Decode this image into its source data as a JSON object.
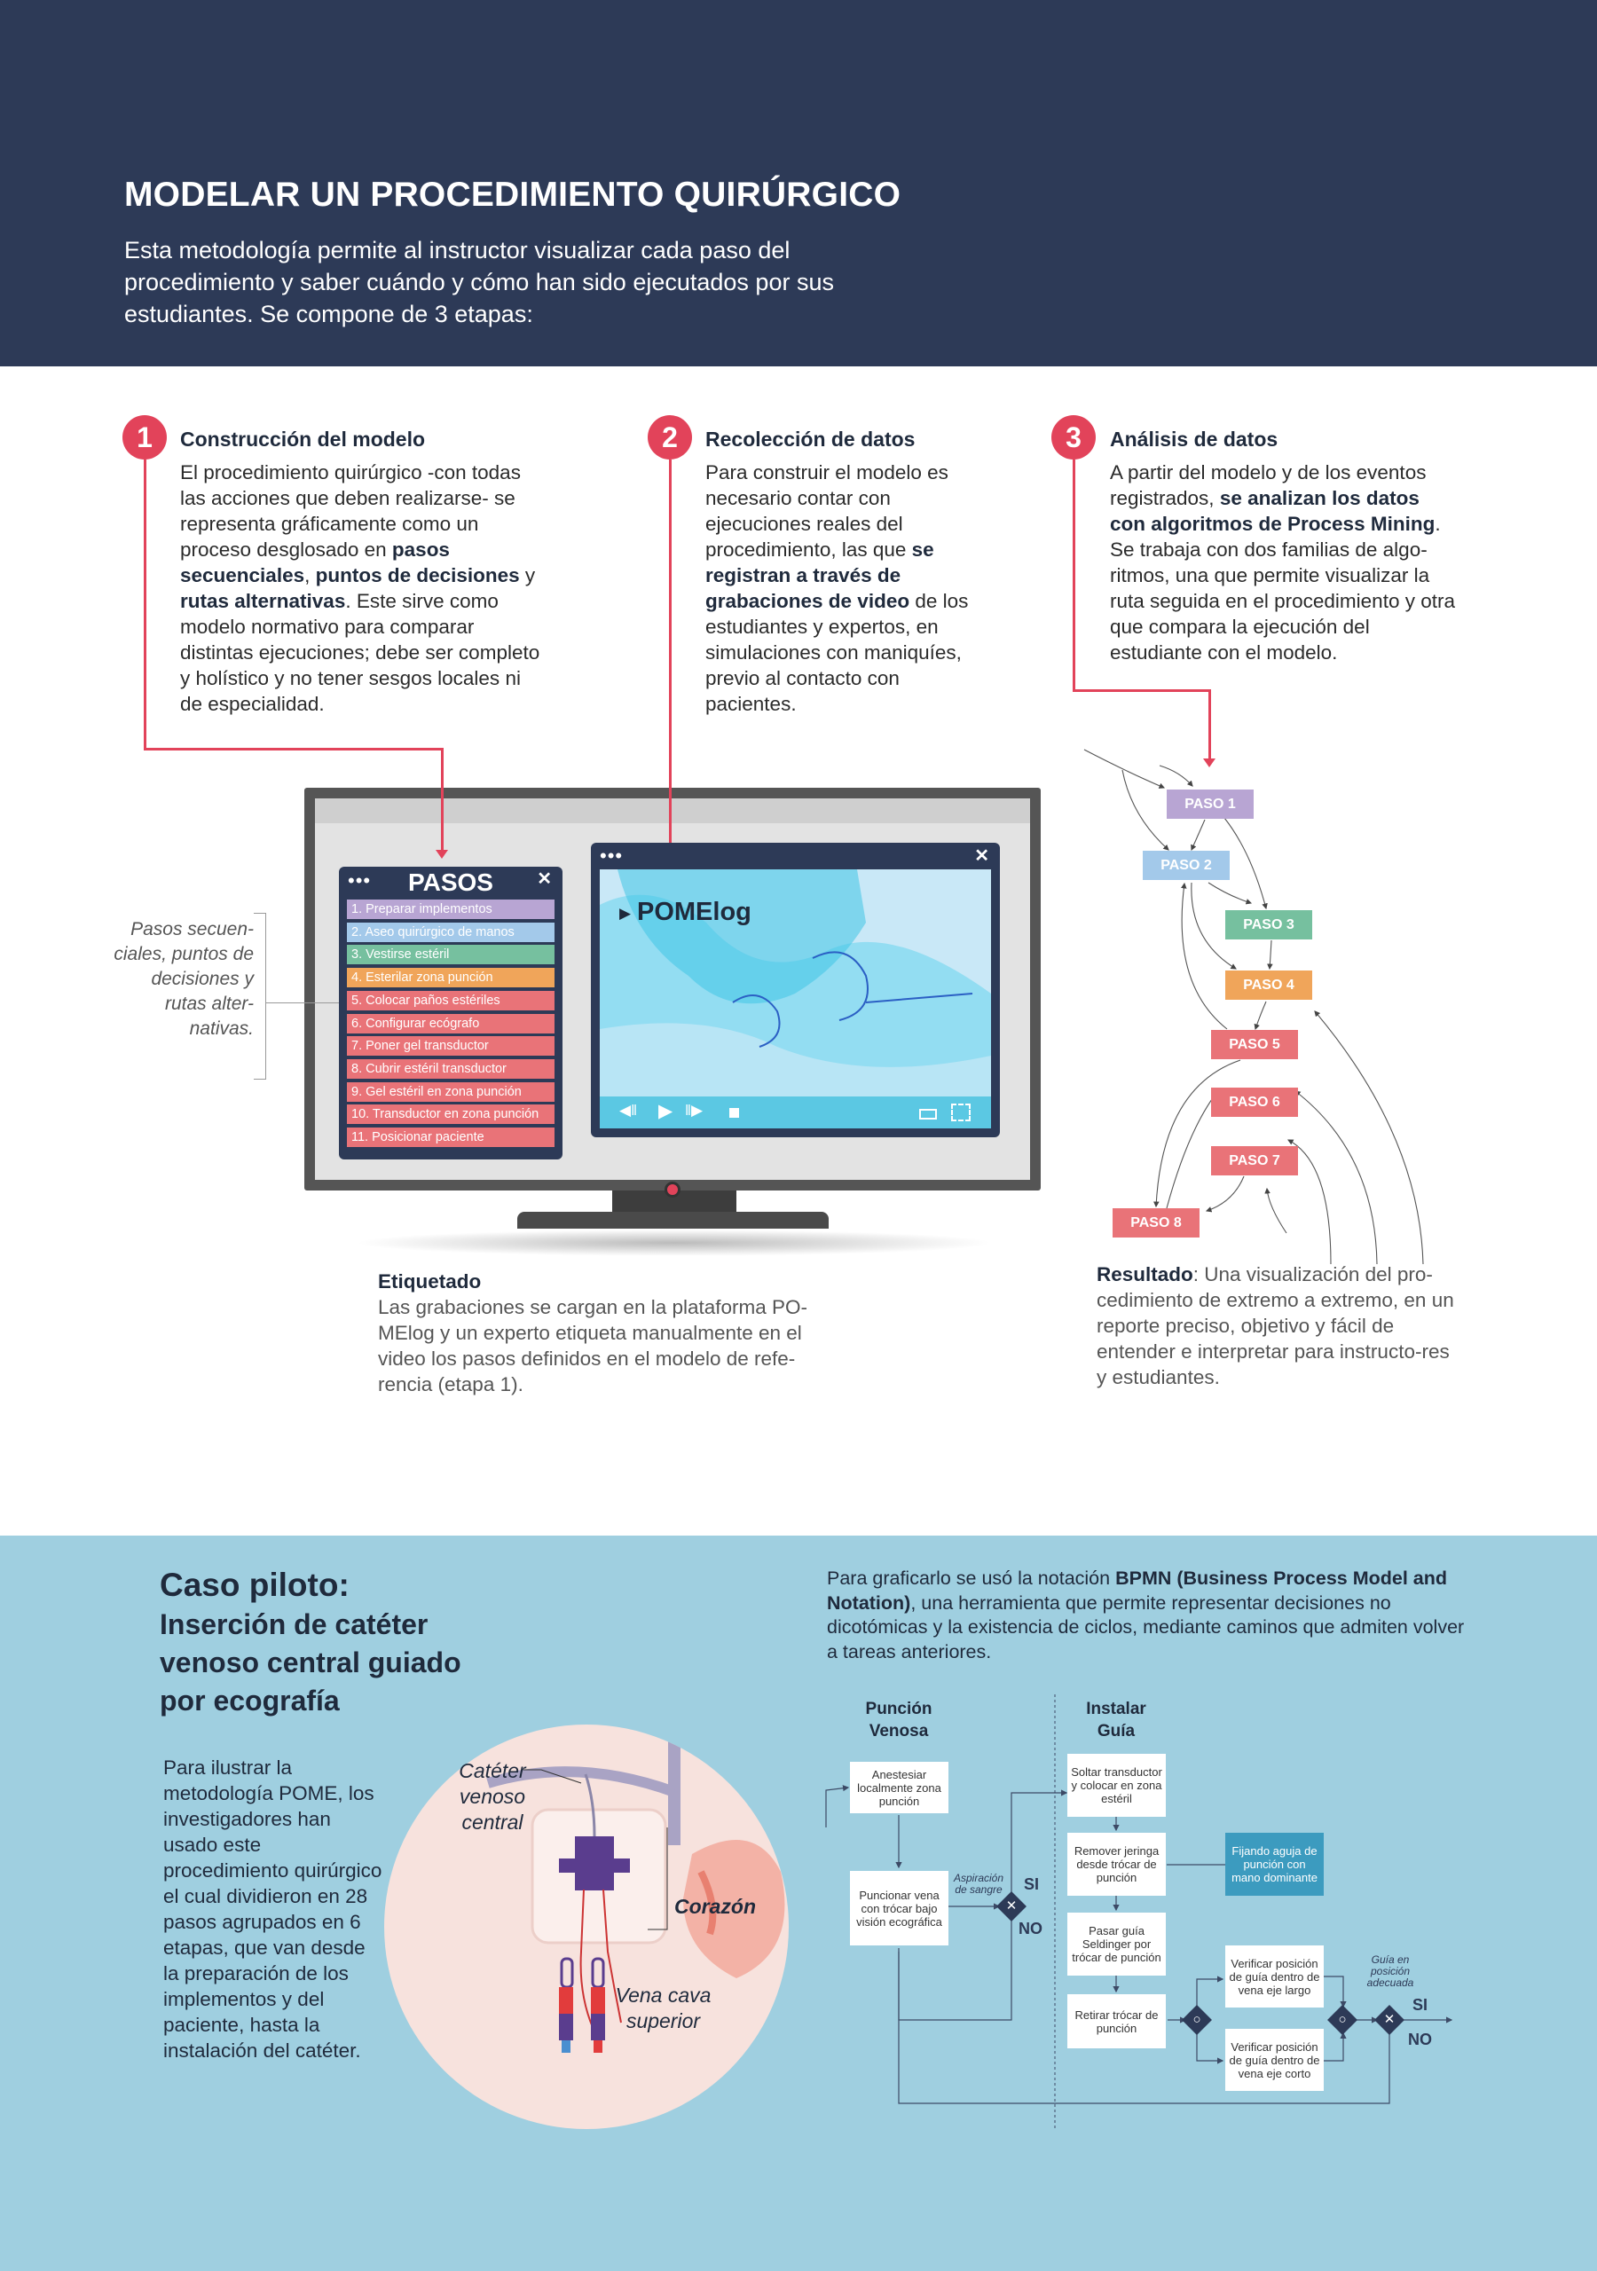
{
  "header": {
    "title": "MODELAR UN PROCEDIMIENTO QUIRÚRGICO",
    "subtitle": "Esta metodología permite al instructor visualizar cada paso del procedimiento y saber cuándo y cómo han sido ejecutados por sus estudiantes. Se compone de 3 etapas:"
  },
  "stages": [
    {
      "number": "1",
      "title": "Construcción del modelo",
      "body": [
        {
          "t": "El procedimiento quirúrgico -con todas las acciones que deben realizarse- se representa gráficamente como un proceso desglosado en "
        },
        {
          "t": "pasos secuenciales",
          "b": true
        },
        {
          "t": ", "
        },
        {
          "t": "puntos de decisiones",
          "b": true
        },
        {
          "t": " y "
        },
        {
          "t": "rutas alternativas",
          "b": true
        },
        {
          "t": ". Este sirve como modelo normativo para comparar distintas ejecuciones; debe ser completo y holístico y no tener sesgos locales ni de especialidad."
        }
      ]
    },
    {
      "number": "2",
      "title": "Recolección de datos",
      "body": [
        {
          "t": "Para construir el modelo es necesario contar con ejecuciones reales del procedimiento, las que "
        },
        {
          "t": "se registran a través de grabaciones de video",
          "b": true
        },
        {
          "t": " de los estudiantes y expertos, en simulaciones con maniquíes, previo al contacto con pacientes."
        }
      ]
    },
    {
      "number": "3",
      "title": "Análisis de datos",
      "body": [
        {
          "t": "A partir del modelo y de los eventos registrados, "
        },
        {
          "t": "se analizan los datos con algoritmos de Process Mining",
          "b": true
        },
        {
          "t": ". Se trabaja con dos familias de algo-ritmos, una que permite visualizar la ruta seguida en el procedimiento y otra que compara la ejecución del estudiante con el modelo."
        }
      ]
    }
  ],
  "pasos_window": {
    "title": "PASOS",
    "dots": "•••",
    "close": "✕",
    "items": [
      {
        "label": "1. Preparar implementos",
        "color": "#b8a5d3"
      },
      {
        "label": "2. Aseo quirúrgico de manos",
        "color": "#a3c9ea"
      },
      {
        "label": "3. Vestirse estéril",
        "color": "#76c09f"
      },
      {
        "label": "4. Esterilar zona punción",
        "color": "#f0a55a"
      },
      {
        "label": "5. Colocar paños estériles",
        "color": "#e97378"
      },
      {
        "label": "6. Configurar ecógrafo",
        "color": "#e97378"
      },
      {
        "label": "7. Poner gel transductor",
        "color": "#e97378"
      },
      {
        "label": "8. Cubrir estéril transductor",
        "color": "#e97378"
      },
      {
        "label": "9. Gel estéril en zona punción",
        "color": "#e97378"
      },
      {
        "label": "10. Transductor en zona punción",
        "color": "#e97378"
      },
      {
        "label": "11. Posicionar paciente",
        "color": "#e97378"
      }
    ]
  },
  "video_window": {
    "dots": "•••",
    "close": "✕",
    "brand": "POMElog"
  },
  "side_caption": "Pasos secuen-ciales, puntos de decisiones y rutas alter-nativas.",
  "etiquetado": {
    "title": "Etiquetado",
    "text": "Las grabaciones se cargan en la plataforma PO-MElog y un experto etiqueta manualmente en el video los pasos definidos en el modelo de refe-rencia (etapa 1)."
  },
  "resultado": {
    "title": "Resultado",
    "text": ": Una visualización del pro-cedimiento de extremo a extremo, en un reporte preciso, objetivo y fácil de entender e interpretar para instructo-res y estudiantes."
  },
  "process_map": [
    {
      "label": "PASO 1",
      "color": "#b8a5d3"
    },
    {
      "label": "PASO 2",
      "color": "#a3c9ea"
    },
    {
      "label": "PASO 3",
      "color": "#76c09f"
    },
    {
      "label": "PASO 4",
      "color": "#f0a55a"
    },
    {
      "label": "PASO 5",
      "color": "#e97378"
    },
    {
      "label": "PASO 6",
      "color": "#e97378"
    },
    {
      "label": "PASO 7",
      "color": "#e97378"
    },
    {
      "label": "PASO 8",
      "color": "#e97378"
    }
  ],
  "pilot": {
    "title": "Caso piloto:",
    "subtitle": "Inserción de catéter venoso central guiado por ecografía",
    "text": "Para ilustrar la metodología POME, los investigadores han usado este procedimiento quirúrgico el cual dividieron en 28 pasos agrupados en 6 etapas, que van desde la preparación de los implementos y del paciente, hasta la instalación del catéter.",
    "labels": {
      "cateter": "Catéter venoso central",
      "corazon": "Corazón",
      "vena": "Vena cava superior"
    }
  },
  "bpmn_intro": [
    {
      "t": "Para graficarlo se usó la notación "
    },
    {
      "t": "BPMN (Business Process Model and Notation)",
      "b": true
    },
    {
      "t": ", una herramienta que permite representar decisiones no dicotómicas y la existencia de ciclos, mediante caminos que admiten volver a tareas anteriores."
    }
  ],
  "bpmn": {
    "lane1": "Punción Venosa",
    "lane2": "Instalar Guía",
    "anestesiar": "Anestesiar localmente zona punción",
    "puncionar": "Puncionar vena con trócar bajo visión ecográfica",
    "aspiracion": "Aspiración de sangre",
    "si1": "SI",
    "no1": "NO",
    "soltar": "Soltar transductor y colocar en zona estéril",
    "remover": "Remover jeringa desde trócar de punción",
    "fijando": "Fijando aguja de punción con mano dominante",
    "pasar": "Pasar guía Seldinger por trócar de punción",
    "retirar": "Retirar trócar de punción",
    "ver_largo": "Verificar posición de guía dentro de vena eje largo",
    "ver_corto": "Verificar posición de guía dentro de vena eje corto",
    "guia_pos": "Guía en posición adecuada",
    "si2": "SI",
    "no2": "NO",
    "gw_x": "✕",
    "gw_o": "○"
  }
}
